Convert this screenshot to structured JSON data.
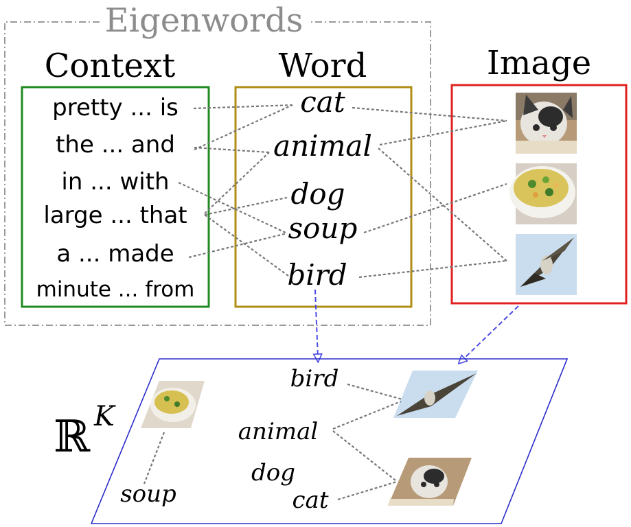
{
  "title": "Eigenwords",
  "headers": {
    "context": "Context",
    "word": "Word",
    "image": "Image"
  },
  "context_items": [
    "pretty ... is",
    "the ... and",
    "in ... with",
    "large ... that",
    "a ... made",
    "minute ... from"
  ],
  "words": [
    "cat",
    "animal",
    "dog",
    "soup",
    "bird"
  ],
  "images": [
    "cat-photo",
    "soup-photo",
    "bird-photo"
  ],
  "space": {
    "label": "ℝ",
    "superscript": "K",
    "words": {
      "bird": "bird",
      "animal": "animal",
      "dog": "dog",
      "cat": "cat",
      "soup": "soup"
    }
  },
  "colors": {
    "context_box": "#1f8a1f",
    "word_box": "#b08d14",
    "image_box": "#e02020",
    "eigenwords_box": "#9a9a9a",
    "space_plane": "#2a2acc",
    "projection_arrow": "#4a4ae6"
  }
}
